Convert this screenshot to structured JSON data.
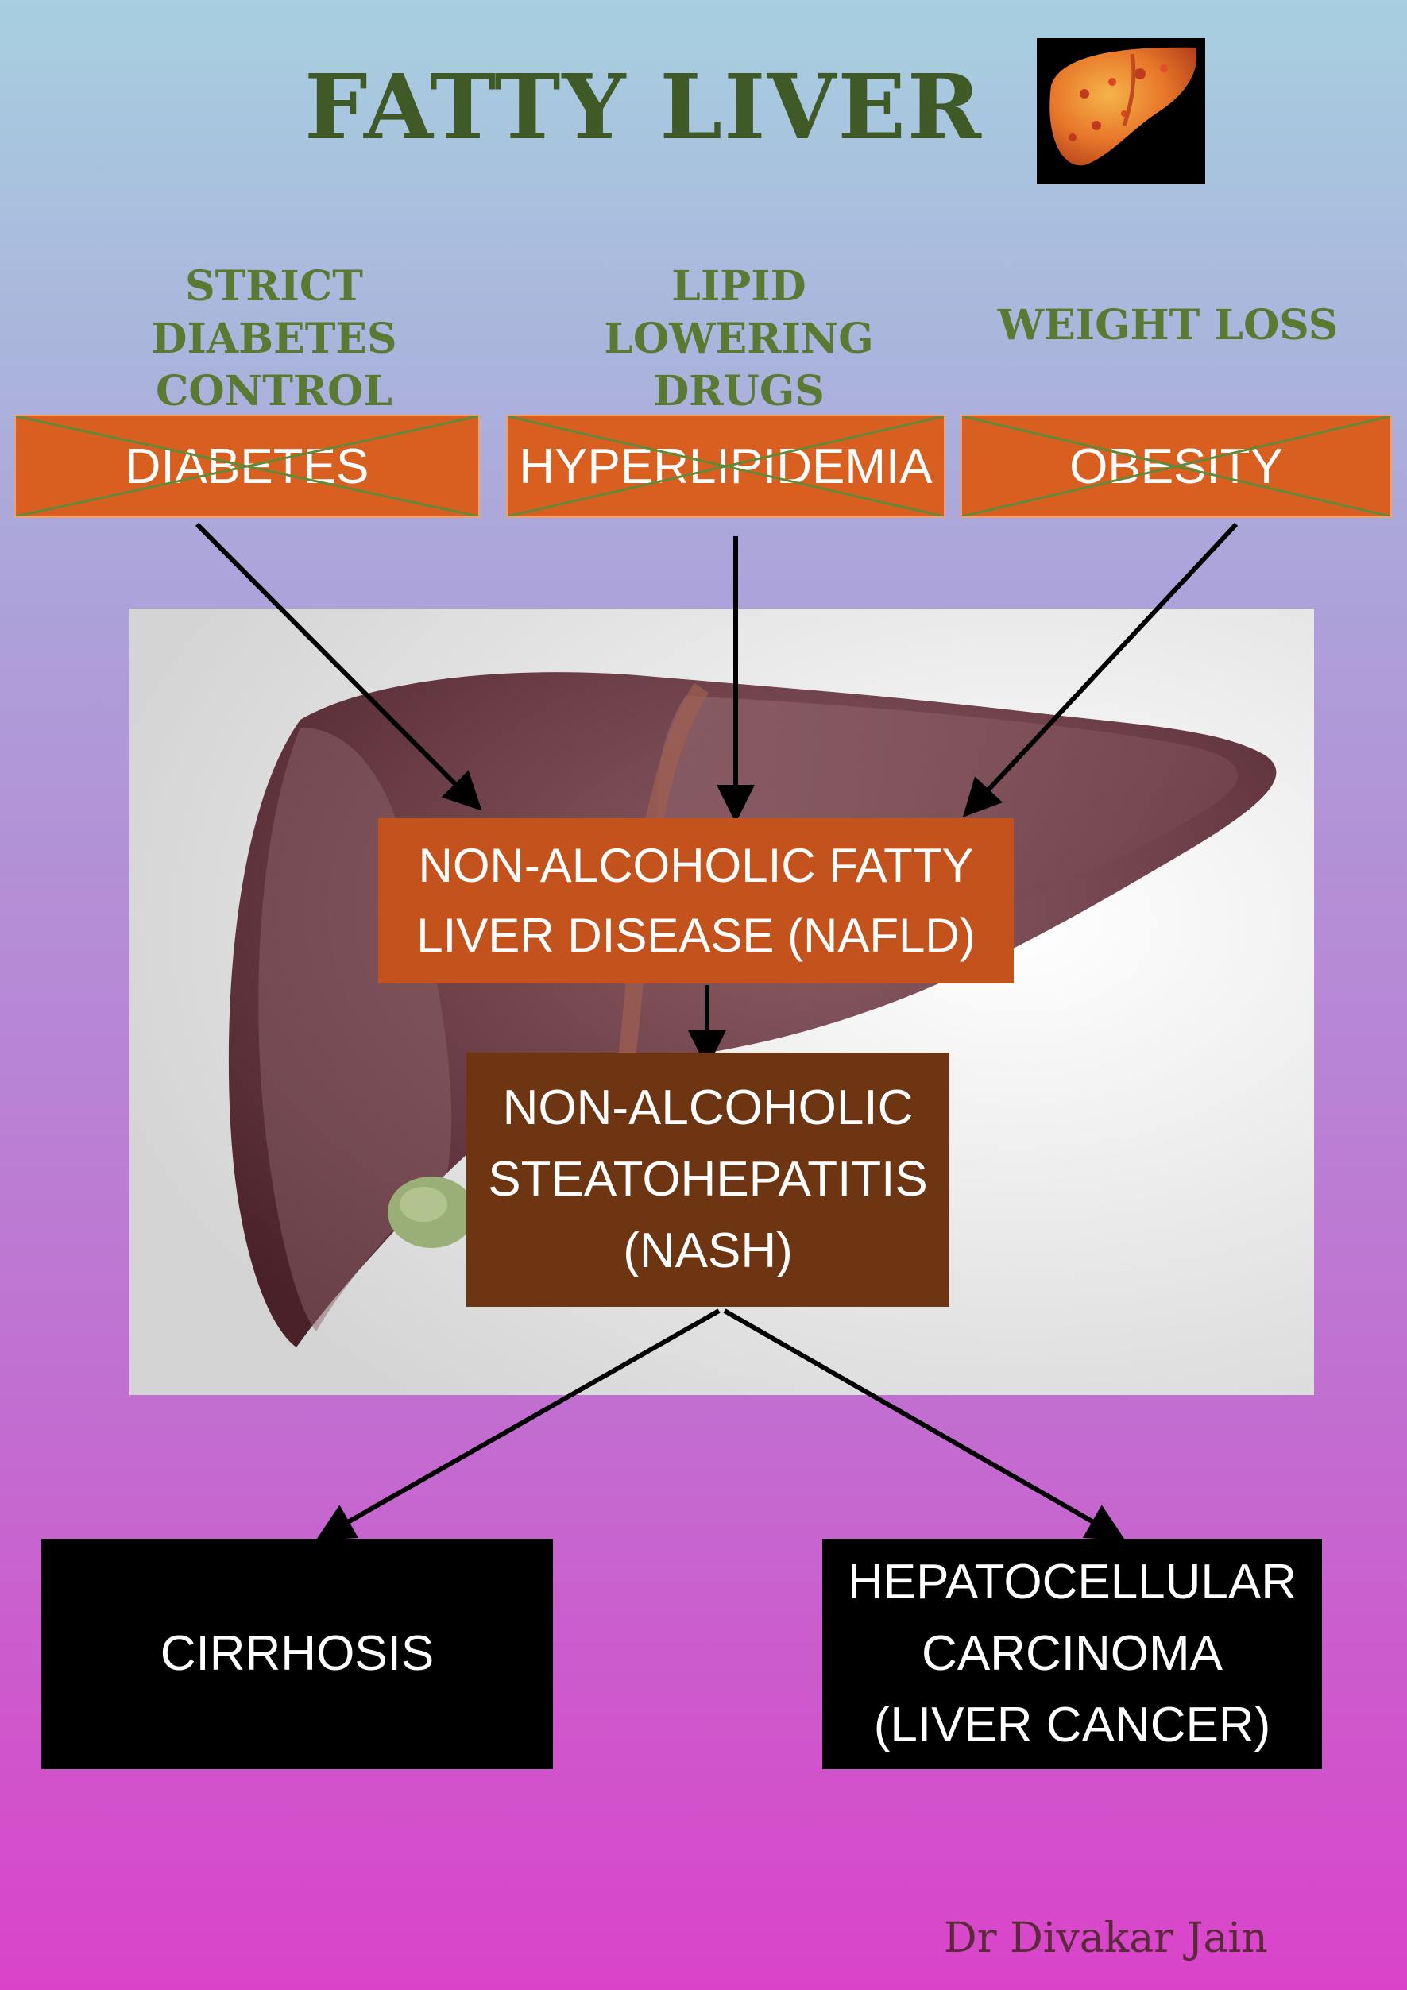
{
  "title": "FATTY LIVER",
  "icons": {
    "header": "fatty-liver-icon",
    "illustration": "liver-illustration"
  },
  "treatments": [
    {
      "label": "STRICT\nDIABETES\nCONTROL"
    },
    {
      "label": "LIPID\nLOWERING\nDRUGS"
    },
    {
      "label": "WEIGHT LOSS"
    }
  ],
  "causes": [
    {
      "label": "DIABETES"
    },
    {
      "label": "HYPERLIPIDEMIA"
    },
    {
      "label": "OBESITY"
    }
  ],
  "nafld": "NON-ALCOHOLIC FATTY\nLIVER DISEASE (NAFLD)",
  "nash": "NON-ALCOHOLIC\nSTEATOHEPATITIS\n(NASH)",
  "outcomes": [
    {
      "label": "CIRRHOSIS"
    },
    {
      "label": "HEPATOCELLULAR\nCARCINOMA\n(LIVER CANCER)"
    }
  ],
  "credit": "Dr Divakar Jain",
  "colors": {
    "title": "#3f5a26",
    "treatment_text": "#5a7a33",
    "cause_box": "#d95f20",
    "cross_lines": "#5f8a3a",
    "nafld_box": "#c4521c",
    "nash_box": "#6e3513",
    "outcome_box": "#000000"
  }
}
